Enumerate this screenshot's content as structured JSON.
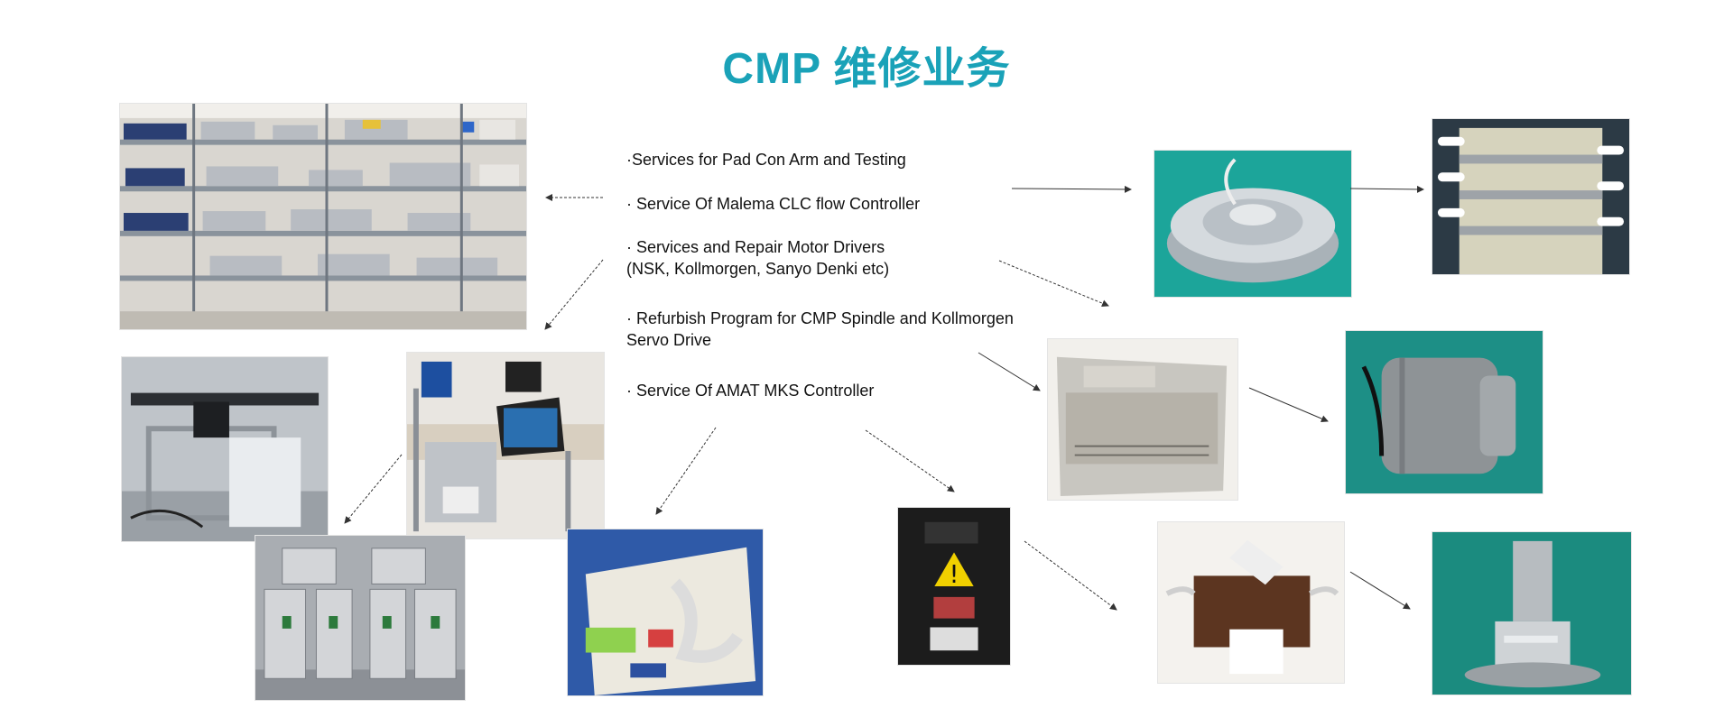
{
  "title": "CMP 维修业务",
  "colors": {
    "title": "#1aa2b8",
    "text": "#111111",
    "arrow": "#333333"
  },
  "services": [
    "·Services for Pad Con Arm and Testing",
    "· Service Of Malema CLC flow Controller",
    "· Services and Repair Motor Drivers\n(NSK, Kollmorgen, Sanyo Denki etc)",
    "· Refurbish Program for CMP Spindle and Kollmorgen\nServo Drive",
    "· Service Of AMAT MKS Controller"
  ],
  "photos": [
    {
      "name": "warehouse-shelves-photo",
      "subject": "parts warehouse shelving"
    },
    {
      "name": "pad-con-arm-test-rig-photo",
      "subject": "pad conditioner arm test stand"
    },
    {
      "name": "test-cart-laptop-photo",
      "subject": "test cart with laptop"
    },
    {
      "name": "motor-drivers-photo",
      "subject": "servo motor drivers"
    },
    {
      "name": "mks-controller-photo",
      "subject": "AMAT MKS controller"
    },
    {
      "name": "laser-sensor-module-photo",
      "subject": "laser module"
    },
    {
      "name": "flow-controller-disc-photo",
      "subject": "CLC flow controller"
    },
    {
      "name": "rotary-union-photo",
      "subject": "rotary union"
    },
    {
      "name": "servo-drive-board-photo",
      "subject": "servo drive"
    },
    {
      "name": "cmp-spindle-photo",
      "subject": "CMP spindle"
    },
    {
      "name": "brown-valve-photo",
      "subject": "valve assembly"
    },
    {
      "name": "stainless-sensor-photo",
      "subject": "stainless sensor"
    }
  ]
}
